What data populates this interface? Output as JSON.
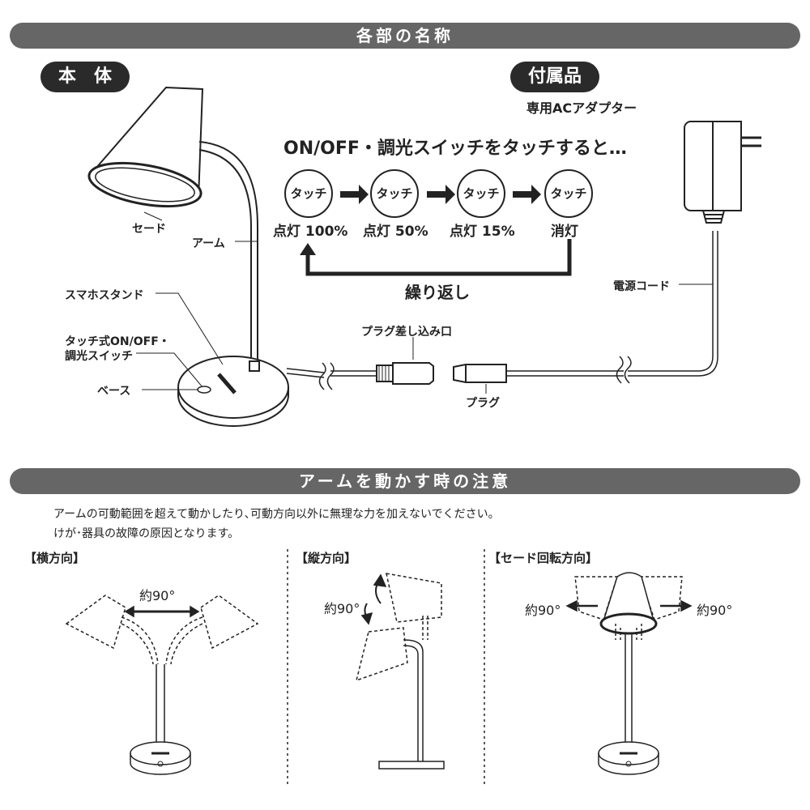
{
  "header1": "各部の名称",
  "main_pill": "本　体",
  "accessory_pill": "付属品",
  "adapter_title": "専用ACアダプター",
  "touch_title": "ON/OFF・調光スイッチをタッチすると…",
  "touch_btn": "タッチ",
  "levels": [
    "点灯 100%",
    "点灯 50%",
    "点灯 15%",
    "消灯"
  ],
  "repeat": "繰り返し",
  "parts": {
    "shade": "セード",
    "arm": "アーム",
    "phone_stand": "スマホスタンド",
    "touch_switch_1": "タッチ式ON/OFF・",
    "touch_switch_2": "調光スイッチ",
    "base": "ベース",
    "plug_socket": "プラグ差し込み口",
    "plug": "プラグ",
    "power_cord": "電源コード"
  },
  "header2": "アームを動かす時の注意",
  "caution_1": "アームの可動範囲を超えて動かしたり､可動方向以外に無理な力を加えないでください。",
  "caution_2": "けが･器具の故障の原因となります。",
  "sections": [
    "【横方向】",
    "【縦方向】",
    "【セード回転方向】"
  ],
  "angle": "約90°"
}
